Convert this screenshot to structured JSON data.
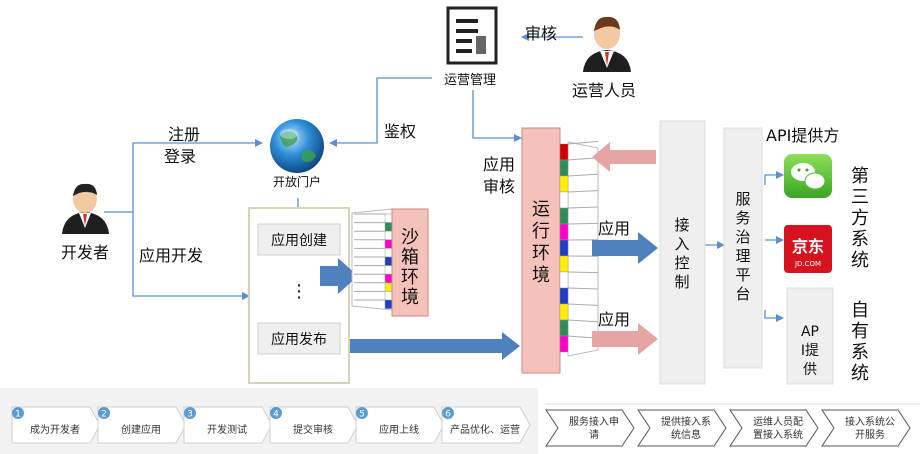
{
  "top": {
    "review_label": "审核",
    "ops_manage_label": "运营管理",
    "ops_person_label": "运营人员"
  },
  "left": {
    "register_line1": "注册",
    "register_line2": "登录",
    "authenticate_label": "鉴权",
    "open_portal_label": "开放门户",
    "developer_label": "开发者",
    "app_dev_label": "应用开发"
  },
  "dev_box": {
    "create_label": "应用创建",
    "ellipsis": "⋮",
    "publish_label": "应用发布"
  },
  "sandbox": {
    "chars": [
      "沙",
      "箱",
      "环",
      "境"
    ]
  },
  "runtime": {
    "app_review_line1": "应用",
    "app_review_line2": "审核",
    "chars": [
      "运",
      "行",
      "环",
      "境"
    ],
    "app_label_1": "应用",
    "app_label_2": "应用"
  },
  "access_control": {
    "chars": [
      "接",
      "入",
      "控",
      "制"
    ]
  },
  "governance": {
    "chars": [
      "服",
      "务",
      "治",
      "理",
      "平",
      "台"
    ]
  },
  "providers": {
    "title": "API提供方",
    "jd_text": "京东",
    "jd_sub": "JD.COM",
    "third_party_chars": [
      "第",
      "三",
      "方",
      "系",
      "统"
    ],
    "own_box_lines": [
      "AP",
      "I提",
      "供"
    ],
    "own_system_chars": [
      "自",
      "有",
      "系",
      "统"
    ]
  },
  "colors": {
    "arrow_blue": "#4f81bd",
    "arrow_pink": "#e6a5a5",
    "runtime_fill": "#f4c2bb",
    "gray_panel": "#efefef",
    "connector_blue": "#5b8fd1",
    "step_badge": "#5b9bd5"
  },
  "steps_left": [
    {
      "num": "1",
      "label": "成为开发者"
    },
    {
      "num": "2",
      "label": "创建应用"
    },
    {
      "num": "3",
      "label": "开发测试"
    },
    {
      "num": "4",
      "label": "提交审核"
    },
    {
      "num": "5",
      "label": "应用上线"
    },
    {
      "num": "6",
      "label": "产品优化、运营"
    }
  ],
  "steps_right": [
    {
      "line1": "服务接入申",
      "line2": "请"
    },
    {
      "line1": "提供接入系",
      "line2": "统信息"
    },
    {
      "line1": "运维人员配",
      "line2": "置接入系统"
    },
    {
      "line1": "接入系统公",
      "line2": "开服务"
    }
  ]
}
